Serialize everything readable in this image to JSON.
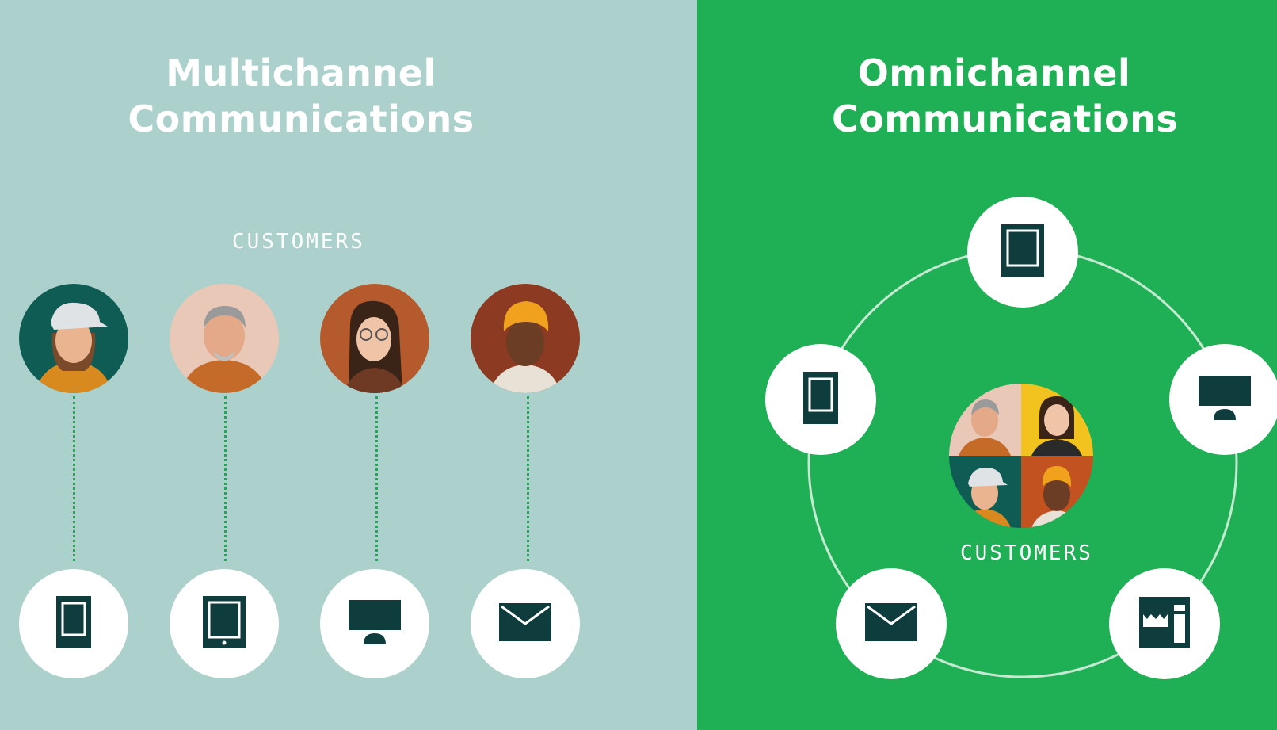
{
  "left_panel": {
    "title_line1": "Multichannel",
    "title_line2": "Communications",
    "customers_label": "CUSTOMERS",
    "customers": [
      {
        "name": "customer-cap",
        "skin": "#e9b48f",
        "hair": "#7a4a2a",
        "shirt": "#d98a1f",
        "bg": "#0f5c55",
        "hat": "#dfe3e6"
      },
      {
        "name": "customer-older-man",
        "skin": "#e3a988",
        "hair": "#9a9a9a",
        "shirt": "#c56b2a",
        "bg": "#eac8b8",
        "hat": ""
      },
      {
        "name": "customer-glasses",
        "skin": "#f0c4a6",
        "hair": "#3a2418",
        "shirt": "#6e3a24",
        "bg": "#b55a2c",
        "hat": ""
      },
      {
        "name": "customer-beanie",
        "skin": "#6b3d24",
        "hair": "#2a1a10",
        "shirt": "#e8e2d6",
        "bg": "#8c3a22",
        "hat": "#f0a21f"
      }
    ],
    "channels": [
      "phone-icon",
      "tablet-icon",
      "monitor-icon",
      "mail-icon"
    ]
  },
  "right_panel": {
    "title_line1": "Omnichannel",
    "title_line2": "Communications",
    "customers_label": "CUSTOMERS",
    "channels": [
      "tablet-icon",
      "phone-icon",
      "monitor-icon",
      "mail-icon",
      "store-icon"
    ]
  },
  "colors": {
    "left_bg": "#acd1cc",
    "right_bg": "#1faf55",
    "icon_dark": "#0f3d3e",
    "dotted_line": "#1ea851"
  }
}
